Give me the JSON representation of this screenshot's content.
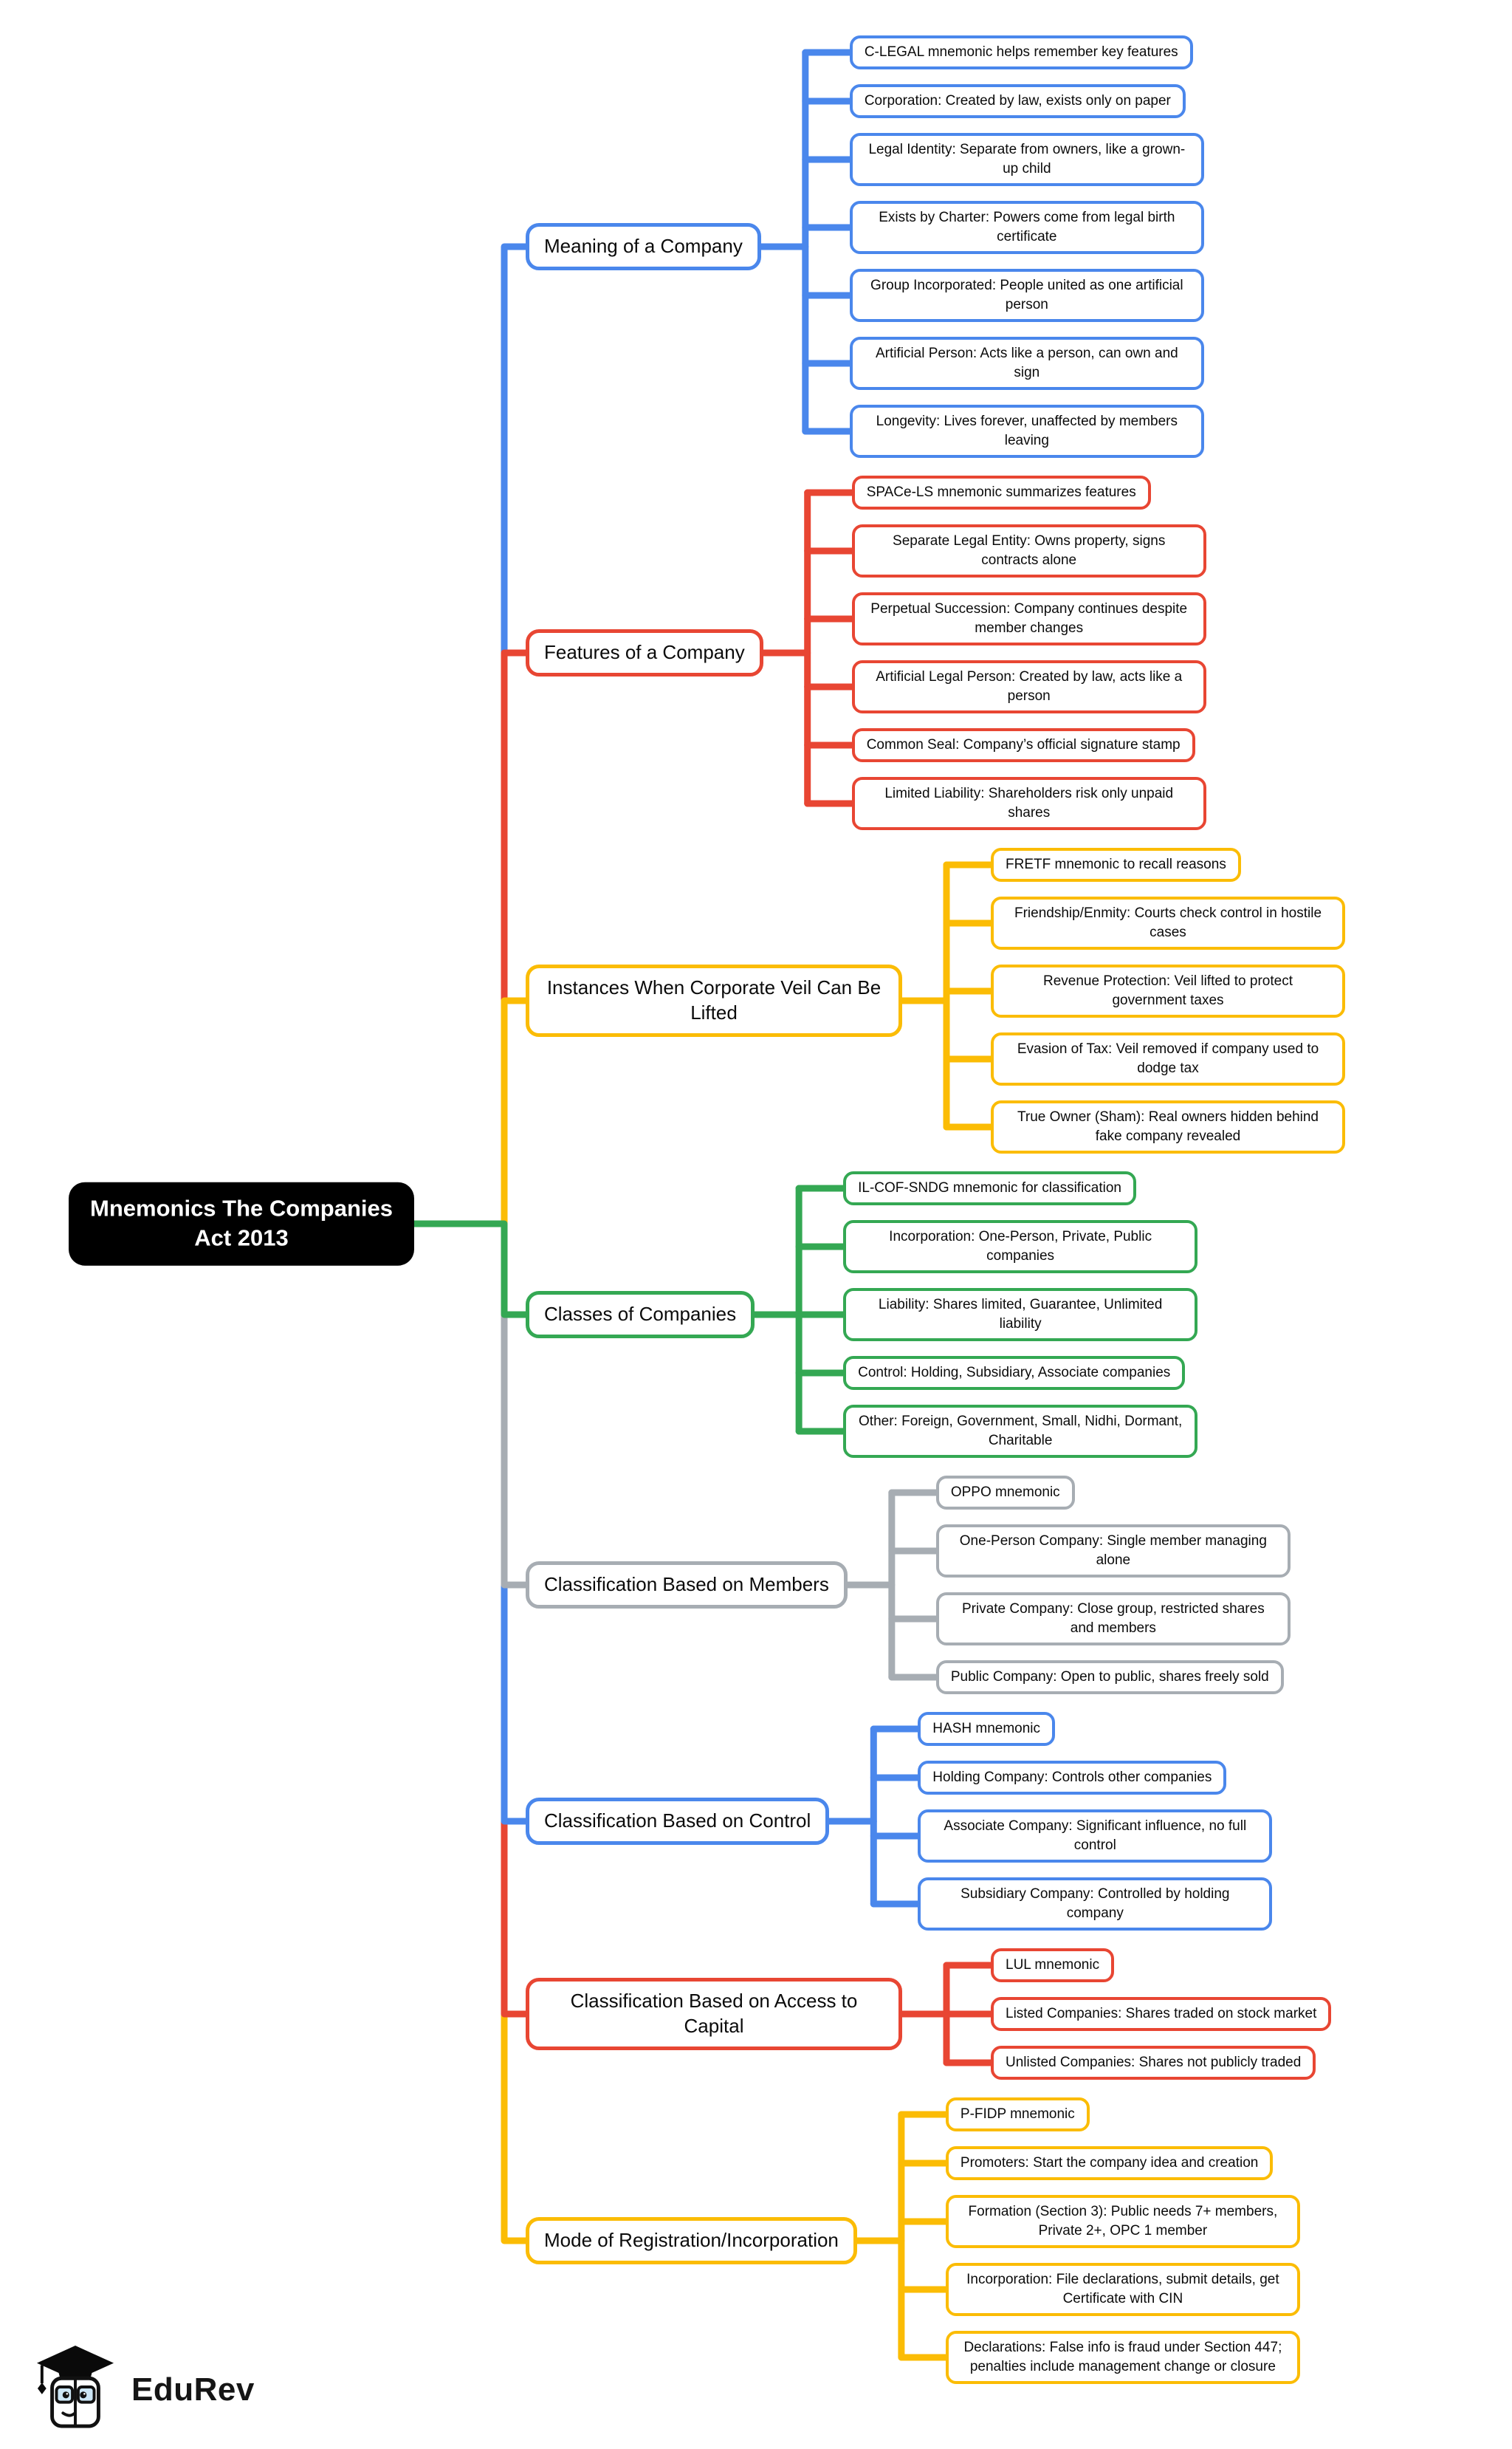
{
  "root": {
    "title": "Mnemonics The Companies Act 2013",
    "bg_color": "#000000",
    "text_color": "#ffffff"
  },
  "branches": [
    {
      "label": "Meaning of a Company",
      "color": "#4A87EC",
      "children": [
        "C-LEGAL mnemonic helps remember key features",
        "Corporation: Created by law, exists only on paper",
        "Legal Identity: Separate from owners, like a grown-up child",
        "Exists by Charter: Powers come from legal birth certificate",
        "Group Incorporated: People united as one artificial person",
        "Artificial Person: Acts like a person, can own and sign",
        "Longevity: Lives forever, unaffected by members leaving"
      ]
    },
    {
      "label": "Features of a Company",
      "color": "#E84633",
      "children": [
        "SPACe-LS mnemonic summarizes features",
        "Separate Legal Entity: Owns property, signs contracts alone",
        "Perpetual Succession: Company continues despite member changes",
        "Artificial Legal Person: Created by law, acts like a person",
        "Common Seal: Company’s official signature stamp",
        "Limited Liability: Shareholders risk only unpaid shares"
      ]
    },
    {
      "label": "Instances When Corporate Veil Can Be Lifted",
      "color": "#FBBC05",
      "children": [
        "FRETF mnemonic to recall reasons",
        "Friendship/Enmity: Courts check control in hostile cases",
        "Revenue Protection: Veil lifted to protect government taxes",
        "Evasion of Tax: Veil removed if company used to dodge tax",
        "True Owner (Sham): Real owners hidden behind fake company revealed"
      ]
    },
    {
      "label": "Classes of Companies",
      "color": "#34A853",
      "children": [
        "IL-COF-SNDG mnemonic for classification",
        "Incorporation: One-Person, Private, Public companies",
        "Liability: Shares limited, Guarantee, Unlimited liability",
        "Control: Holding, Subsidiary, Associate companies",
        "Other: Foreign, Government, Small, Nidhi, Dormant, Charitable"
      ]
    },
    {
      "label": "Classification Based on Members",
      "color": "#A7ADB3",
      "children": [
        "OPPO mnemonic",
        "One-Person Company: Single member managing alone",
        "Private Company: Close group, restricted shares and members",
        "Public Company: Open to public, shares freely sold"
      ]
    },
    {
      "label": "Classification Based on Control",
      "color": "#4A87EC",
      "children": [
        "HASH mnemonic",
        "Holding Company: Controls other companies",
        "Associate Company: Significant influence, no full control",
        "Subsidiary Company: Controlled by holding company"
      ]
    },
    {
      "label": "Classification Based on Access to Capital",
      "color": "#E84633",
      "children": [
        "LUL mnemonic",
        "Listed Companies: Shares traded on stock market",
        "Unlisted Companies: Shares not publicly traded"
      ]
    },
    {
      "label": "Mode of Registration/Incorporation",
      "color": "#FBBC05",
      "children": [
        "P-FIDP mnemonic",
        "Promoters: Start the company idea and creation",
        "Formation (Section 3): Public needs 7+ members, Private 2+, OPC 1 member",
        "Incorporation: File declarations, submit details, get Certificate with CIN",
        "Declarations: False info is fraud under Section 447; penalties include management change or closure"
      ]
    }
  ],
  "footer": {
    "brand": "EduRev",
    "icon": "edurev-graduate-mascot-icon"
  }
}
